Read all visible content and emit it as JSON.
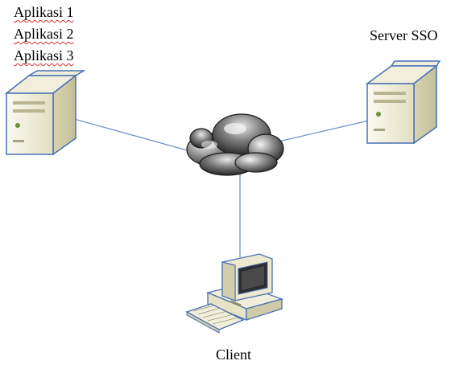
{
  "diagram": {
    "applications": [
      "Aplikasi 1",
      "Aplikasi 2",
      "Aplikasi 3"
    ],
    "sso_server_label": "Server SSO",
    "client_label": "Client"
  },
  "colors": {
    "link_line": "#6f93c9",
    "server_body": "#ece9cf",
    "server_outline": "#4a70b5",
    "cloud_dark": "#3a3a3a"
  }
}
